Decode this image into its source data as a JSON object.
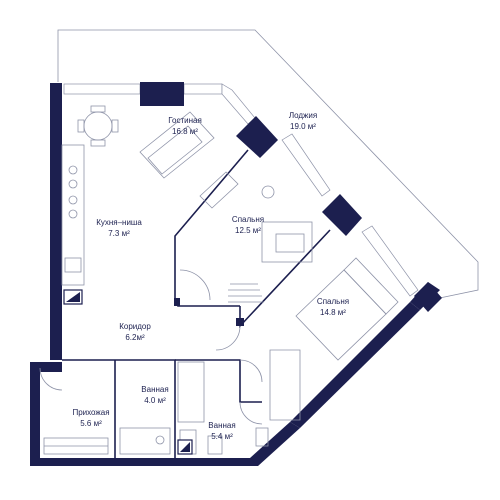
{
  "rooms": [
    {
      "id": "living",
      "name": "Гостиная",
      "area": "16.8 м²"
    },
    {
      "id": "loggia",
      "name": "Лоджия",
      "area": "19.0 м²"
    },
    {
      "id": "kitchen",
      "name": "Кухня–ниша",
      "area": "7.3 м²"
    },
    {
      "id": "bedroom1",
      "name": "Спальня",
      "area": "12.5 м²"
    },
    {
      "id": "bedroom2",
      "name": "Спальня",
      "area": "14.8 м²"
    },
    {
      "id": "corridor",
      "name": "Коридор",
      "area": "6.2м²"
    },
    {
      "id": "bath1",
      "name": "Ванная",
      "area": "4.0 м²"
    },
    {
      "id": "bath2",
      "name": "Ванная",
      "area": "5.4 м²"
    },
    {
      "id": "hall",
      "name": "Прихожая",
      "area": "5.6 м²"
    }
  ],
  "colors": {
    "wall": "#1c1f4f",
    "furniture": "#8e93a8",
    "text": "#1d2150"
  }
}
